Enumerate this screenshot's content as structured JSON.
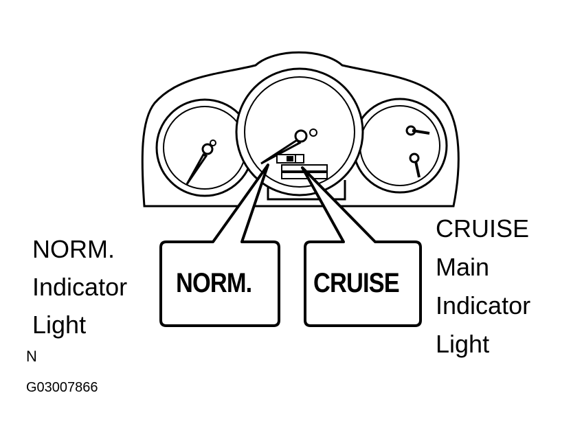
{
  "left_label": [
    "NORM.",
    "Indicator",
    "Light"
  ],
  "right_label": [
    "CRUISE",
    "Main",
    "Indicator",
    "Light"
  ],
  "callouts": {
    "norm": "NORM.",
    "cruise": "CRUISE"
  },
  "footer": {
    "letter": "N",
    "code": "G03007866"
  },
  "colors": {
    "line": "#000000",
    "background": "#ffffff"
  }
}
